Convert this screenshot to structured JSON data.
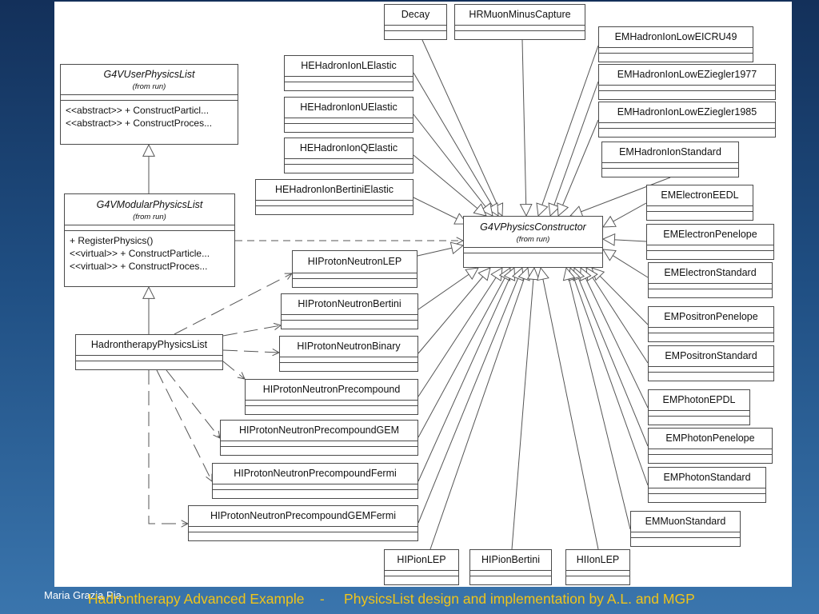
{
  "colors": {
    "background": "#1f4e82",
    "footer_title": "#f0c419",
    "footer_author": "#ffffff",
    "line": "#555555"
  },
  "footer": {
    "author": "Maria Grazia Pia",
    "title": "Hadrontherapy Advanced Example    -     PhysicsList design and implementation by A.L. and MGP"
  },
  "classes": {
    "user_physics_list": {
      "name": "G4VUserPhysicsList",
      "from": "(from run)",
      "ops": [
        "<<abstract>> + ConstructParticl...",
        "<<abstract>> + ConstructProces..."
      ]
    },
    "modular_physics_list": {
      "name": "G4VModularPhysicsList",
      "from": "(from run)",
      "ops": [
        "+ RegisterPhysics()",
        "<<virtual>> + ConstructParticle...",
        "<<virtual>> + ConstructProces..."
      ]
    },
    "hadrontherapy_physics_list": {
      "name": "HadrontherapyPhysicsList"
    },
    "physics_constructor": {
      "name": "G4VPhysicsConstructor",
      "from": "(from run)"
    },
    "decay": {
      "name": "Decay"
    },
    "hr_muon_minus_capture": {
      "name": "HRMuonMinusCapture"
    },
    "he_lelastic": {
      "name": "HEHadronIonLElastic"
    },
    "he_uelastic": {
      "name": "HEHadronIonUElastic"
    },
    "he_qelastic": {
      "name": "HEHadronIonQElastic"
    },
    "he_bertini_elastic": {
      "name": "HEHadronIonBertiniElastic"
    },
    "hi_proton_neutron_lep": {
      "name": "HIProtonNeutronLEP"
    },
    "hi_proton_neutron_bertini": {
      "name": "HIProtonNeutronBertini"
    },
    "hi_proton_neutron_binary": {
      "name": "HIProtonNeutronBinary"
    },
    "hi_proton_neutron_precompound": {
      "name": "HIProtonNeutronPrecompound"
    },
    "hi_proton_neutron_precompound_gem": {
      "name": "HIProtonNeutronPrecompoundGEM"
    },
    "hi_proton_neutron_precompound_fermi": {
      "name": "HIProtonNeutronPrecompoundFermi"
    },
    "hi_proton_neutron_precompound_gem_fermi": {
      "name": "HIProtonNeutronPrecompoundGEMFermi"
    },
    "hi_pion_lep": {
      "name": "HIPionLEP"
    },
    "hi_pion_bertini": {
      "name": "HIPionBertini"
    },
    "hi_ion_lep": {
      "name": "HIIonLEP"
    },
    "em_hadron_ion_low_e_icru49": {
      "name": "EMHadronIonLowEICRU49"
    },
    "em_hadron_ion_low_e_ziegler1977": {
      "name": "EMHadronIonLowEZiegler1977"
    },
    "em_hadron_ion_low_e_ziegler1985": {
      "name": "EMHadronIonLowEZiegler1985"
    },
    "em_hadron_ion_standard": {
      "name": "EMHadronIonStandard"
    },
    "em_electron_eedl": {
      "name": "EMElectronEEDL"
    },
    "em_electron_penelope": {
      "name": "EMElectronPenelope"
    },
    "em_electron_standard": {
      "name": "EMElectronStandard"
    },
    "em_positron_penelope": {
      "name": "EMPositronPenelope"
    },
    "em_positron_standard": {
      "name": "EMPositronStandard"
    },
    "em_photon_epdl": {
      "name": "EMPhotonEPDL"
    },
    "em_photon_penelope": {
      "name": "EMPhotonPenelope"
    },
    "em_photon_standard": {
      "name": "EMPhotonStandard"
    },
    "em_muon_standard": {
      "name": "EMMuonStandard"
    }
  }
}
